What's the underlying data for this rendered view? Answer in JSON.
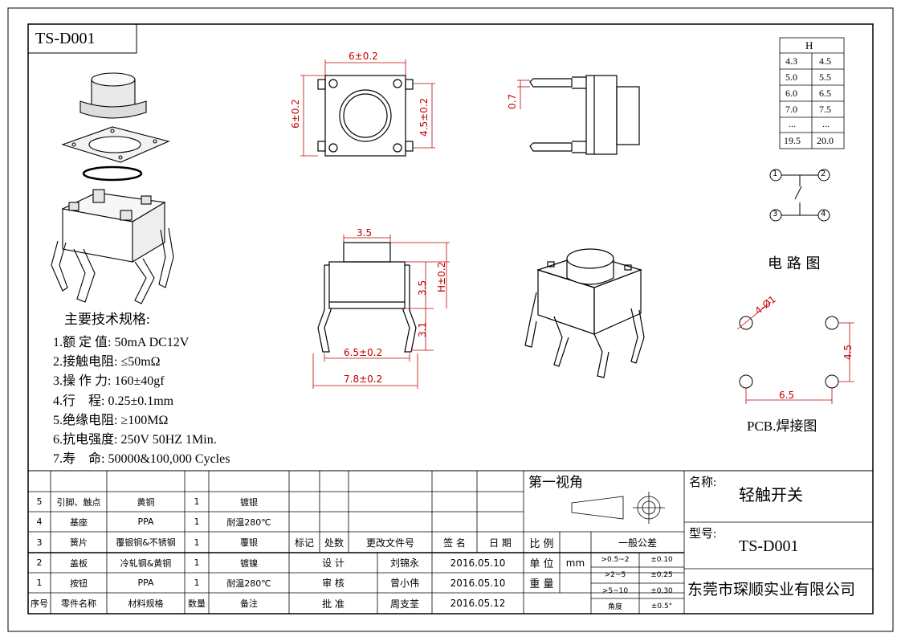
{
  "title_block": {
    "part_code": "TS-D001",
    "view_angle_label": "第一视角",
    "name_label": "名称:",
    "name_value": "轻触开关",
    "model_label": "型号:",
    "model_value": "TS-D001",
    "company": "东莞市琛顺实业有限公司"
  },
  "dimensions": {
    "top_width": "6±0.2",
    "top_height": "6±0.2",
    "top_pitch": "4.5±0.2",
    "side_offset": "0.7",
    "front_button_width": "3.5",
    "front_button_height": "3.5",
    "front_total_height": "H±0.2",
    "front_pin_length": "3.1",
    "front_body_width": "6.5±0.2",
    "front_total_width": "7.8±0.2",
    "pcb_hole": "4-Ø1",
    "pcb_y": "4.5",
    "pcb_x": "6.5"
  },
  "height_table": {
    "header": "H",
    "rows": [
      [
        "4.3",
        "4.5"
      ],
      [
        "5.0",
        "5.5"
      ],
      [
        "6.0",
        "6.5"
      ],
      [
        "7.0",
        "7.5"
      ],
      [
        "...",
        "..."
      ],
      [
        "19.5",
        "20.0"
      ]
    ]
  },
  "circuit": {
    "label": "电 路 图",
    "terminals": [
      "1",
      "2",
      "3",
      "4"
    ]
  },
  "pcb_label": "PCB.焊接图",
  "specs": {
    "heading": "主要技术规格:",
    "items": [
      "1.额 定 值: 50mA DC12V",
      "2.接触电阻: ≤50mΩ",
      "3.操 作 力: 160±40gf",
      "4.行    程: 0.25±0.1mm",
      "5.绝缘电阻: ≥100MΩ",
      "6.抗电强度: 250V 50HZ 1Min.",
      "7.寿    命: 50000&100,000 Cycles"
    ]
  },
  "bom": {
    "rows": [
      [
        "5",
        "引脚、触点",
        "黄铜",
        "1",
        "镀银"
      ],
      [
        "4",
        "基座",
        "PPA",
        "1",
        "耐温280℃"
      ],
      [
        "3",
        "簧片",
        "覆银铜&不锈钢",
        "1",
        "覆银"
      ],
      [
        "2",
        "盖板",
        "冷轧钢&黄铜",
        "1",
        "镀镍"
      ],
      [
        "1",
        "按钮",
        "PPA",
        "1",
        "耐温280℃"
      ]
    ],
    "header": [
      "序号",
      "零件名称",
      "材料规格",
      "数量",
      "备注"
    ]
  },
  "revision": {
    "header": [
      "标记",
      "处数",
      "更改文件号",
      "签 名",
      "日 期"
    ],
    "rows": [
      [
        "设 计",
        "刘锦永",
        "2016.05.10"
      ],
      [
        "审 核",
        "曾小伟",
        "2016.05.10"
      ],
      [
        "批 准",
        "周支荃",
        "2016.05.12"
      ]
    ]
  },
  "misc": {
    "scale_label": "比 例",
    "unit_label": "单 位",
    "unit_value": "mm",
    "weight_label": "重 量"
  },
  "tolerance": {
    "header": "一般公差",
    "rows": [
      [
        ">0.5~2",
        "±0.10"
      ],
      [
        ">2~5",
        "±0.25"
      ],
      [
        ">5~10",
        "±0.30"
      ],
      [
        "角度",
        "±0.5°"
      ]
    ]
  }
}
